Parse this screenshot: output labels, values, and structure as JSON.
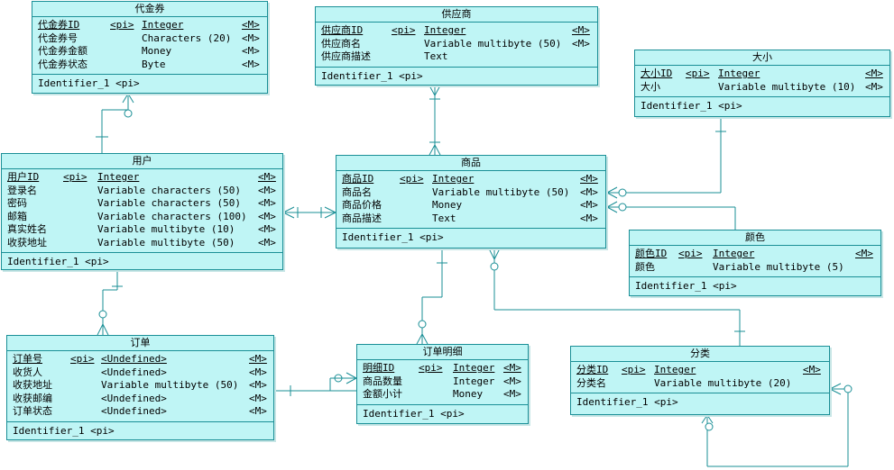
{
  "entities": {
    "voucher": {
      "title": "代金券",
      "identifier": "Identifier_1  <pi>",
      "attrs": [
        {
          "name": "代金券ID",
          "key": "<pi>",
          "type": "Integer",
          "mand": "<M>"
        },
        {
          "name": "代金券号",
          "key": "",
          "type": "Characters (20)",
          "mand": "<M>"
        },
        {
          "name": "代金券金额",
          "key": "",
          "type": "Money",
          "mand": "<M>"
        },
        {
          "name": "代金券状态",
          "key": "",
          "type": "Byte",
          "mand": "<M>"
        }
      ]
    },
    "supplier": {
      "title": "供应商",
      "identifier": "Identifier_1  <pi>",
      "attrs": [
        {
          "name": "供应商ID",
          "key": "<pi>",
          "type": "Integer",
          "mand": "<M>"
        },
        {
          "name": "供应商名",
          "key": "",
          "type": "Variable multibyte (50)",
          "mand": "<M>"
        },
        {
          "name": "供应商描述",
          "key": "",
          "type": "Text",
          "mand": ""
        }
      ]
    },
    "size": {
      "title": "大小",
      "identifier": "Identifier_1  <pi>",
      "attrs": [
        {
          "name": "大小ID",
          "key": "<pi>",
          "type": "Integer",
          "mand": "<M>"
        },
        {
          "name": "大小",
          "key": "",
          "type": "Variable multibyte (10)",
          "mand": "<M>"
        }
      ]
    },
    "user": {
      "title": "用户",
      "identifier": "Identifier_1  <pi>",
      "attrs": [
        {
          "name": "用户ID",
          "key": "<pi>",
          "type": "Integer",
          "mand": "<M>"
        },
        {
          "name": "登录名",
          "key": "",
          "type": "Variable characters (50)",
          "mand": "<M>"
        },
        {
          "name": "密码",
          "key": "",
          "type": "Variable characters (50)",
          "mand": "<M>"
        },
        {
          "name": "邮箱",
          "key": "",
          "type": "Variable characters (100)",
          "mand": "<M>"
        },
        {
          "name": "真实姓名",
          "key": "",
          "type": "Variable multibyte (10)",
          "mand": "<M>"
        },
        {
          "name": "收获地址",
          "key": "",
          "type": "Variable multibyte (50)",
          "mand": "<M>"
        }
      ]
    },
    "product": {
      "title": "商品",
      "identifier": "Identifier_1  <pi>",
      "attrs": [
        {
          "name": "商品ID",
          "key": "<pi>",
          "type": "Integer",
          "mand": "<M>"
        },
        {
          "name": "商品名",
          "key": "",
          "type": "Variable multibyte (50)",
          "mand": "<M>"
        },
        {
          "name": "商品价格",
          "key": "",
          "type": "Money",
          "mand": "<M>"
        },
        {
          "name": "商品描述",
          "key": "",
          "type": "Text",
          "mand": "<M>"
        }
      ]
    },
    "color": {
      "title": "颜色",
      "identifier": "Identifier_1  <pi>",
      "attrs": [
        {
          "name": "颜色ID",
          "key": "<pi>",
          "type": "Integer",
          "mand": "<M>"
        },
        {
          "name": "颜色",
          "key": "",
          "type": "Variable multibyte (5)",
          "mand": ""
        }
      ]
    },
    "order": {
      "title": "订单",
      "identifier": "Identifier_1  <pi>",
      "attrs": [
        {
          "name": "订单号",
          "key": "<pi>",
          "type": "<Undefined>",
          "mand": "<M>"
        },
        {
          "name": "收货人",
          "key": "",
          "type": "<Undefined>",
          "mand": "<M>"
        },
        {
          "name": "收获地址",
          "key": "",
          "type": "Variable multibyte (50)",
          "mand": "<M>"
        },
        {
          "name": "收获邮编",
          "key": "",
          "type": "<Undefined>",
          "mand": "<M>"
        },
        {
          "name": "订单状态",
          "key": "",
          "type": "<Undefined>",
          "mand": "<M>"
        }
      ]
    },
    "orderdetail": {
      "title": "订单明细",
      "identifier": "Identifier_1  <pi>",
      "attrs": [
        {
          "name": "明细ID",
          "key": "<pi>",
          "type": "Integer",
          "mand": "<M>"
        },
        {
          "name": "商品数量",
          "key": "",
          "type": "Integer",
          "mand": "<M>"
        },
        {
          "name": "金额小计",
          "key": "",
          "type": "Money",
          "mand": "<M>"
        }
      ]
    },
    "category": {
      "title": "分类",
      "identifier": "Identifier_1  <pi>",
      "attrs": [
        {
          "name": "分类ID",
          "key": "<pi>",
          "type": "Integer",
          "mand": "<M>"
        },
        {
          "name": "分类名",
          "key": "",
          "type": "Variable multibyte (20)",
          "mand": ""
        }
      ]
    }
  },
  "colors": {
    "fill": "#bff5f5",
    "stroke": "#1a8f96"
  }
}
